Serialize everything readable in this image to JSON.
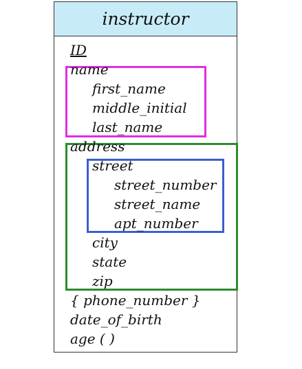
{
  "entity": {
    "name": "instructor",
    "attributes": {
      "id": "ID",
      "name": "name",
      "first_name": "first_name",
      "middle_initial": "middle_initial",
      "last_name": "last_name",
      "address": "address",
      "street": "street",
      "street_number": "street_number",
      "street_name": "street_name",
      "apt_number": "apt_number",
      "city": "city",
      "state": "state",
      "zip": "zip",
      "phone_number": "{ phone_number }",
      "date_of_birth": "date_of_birth",
      "age": "age ( )"
    }
  },
  "colors": {
    "header_fill": "#c7ecf8",
    "name_box": "#e02ee0",
    "address_box": "#2e8b2e",
    "street_box": "#3a5fcd"
  }
}
